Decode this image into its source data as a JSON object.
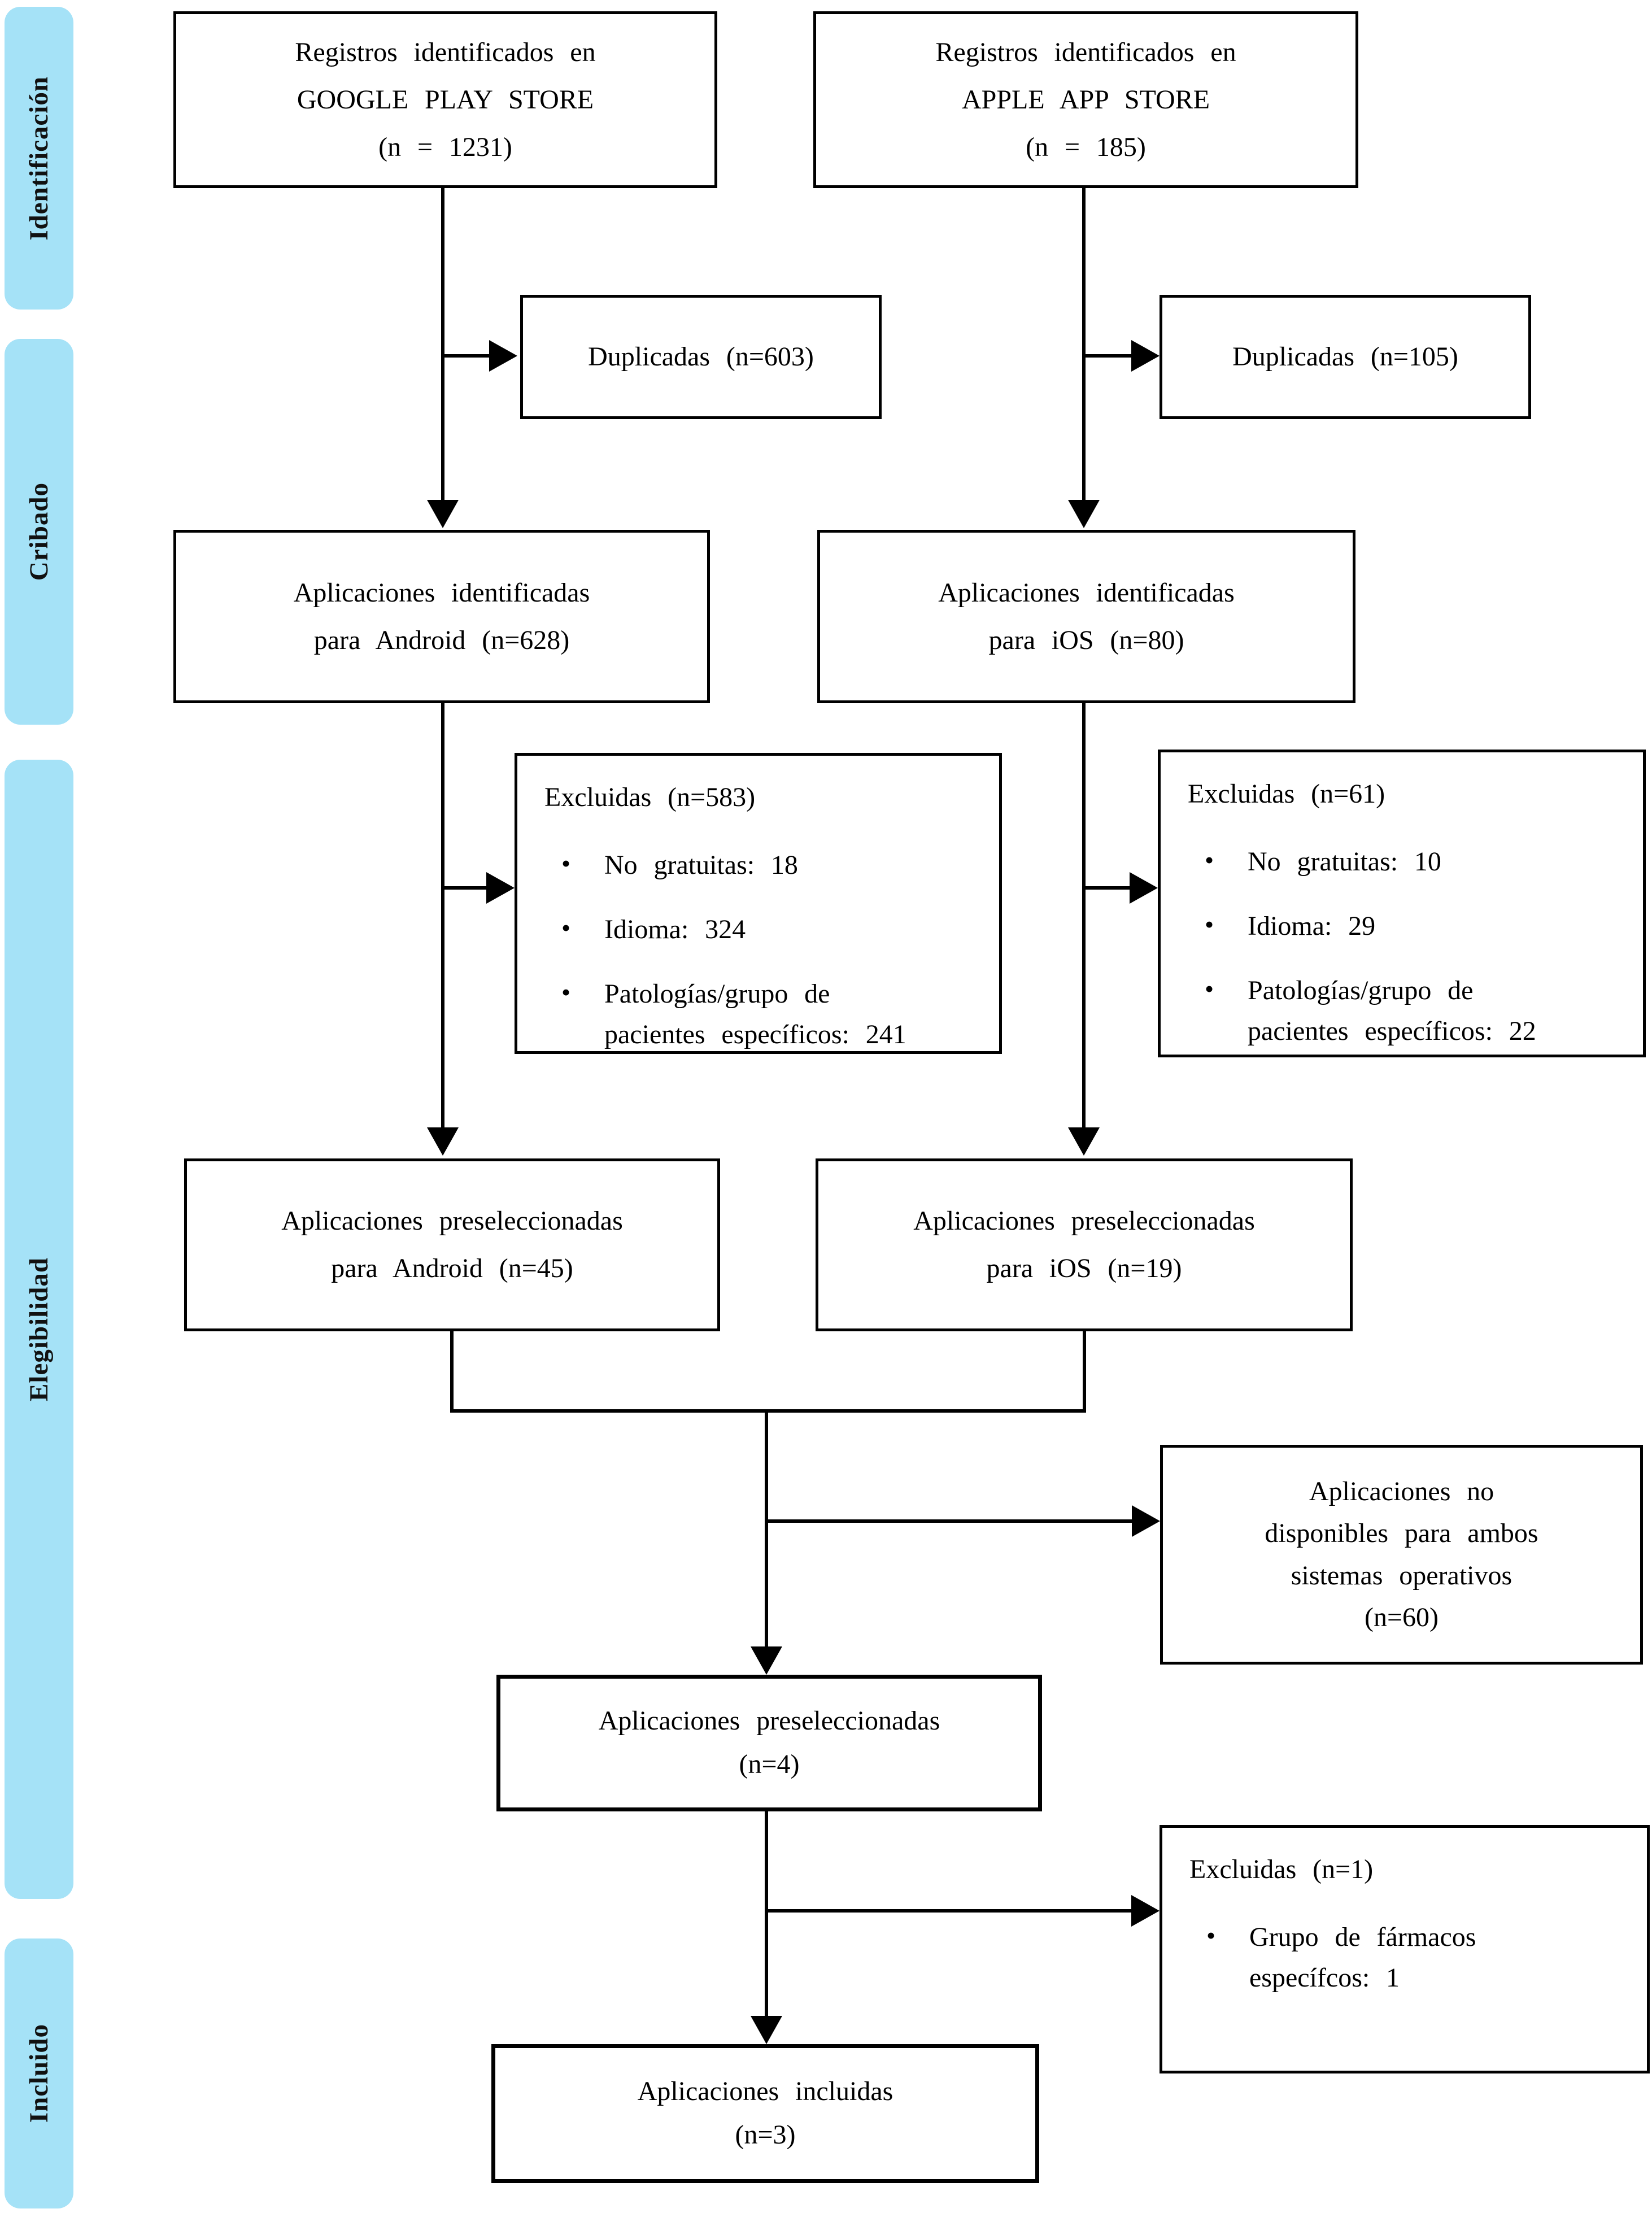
{
  "colors": {
    "sidebar_fill": "#a5e2f7",
    "box_border": "#000000",
    "arrow": "#000000",
    "background": "#ffffff"
  },
  "sidebar": {
    "phases": [
      "Identificación",
      "Cribado",
      "Elegibilidad",
      "Incluido"
    ]
  },
  "boxes": {
    "google": {
      "line1": "Registros identificados en",
      "line2": "GOOGLE PLAY STORE",
      "line3": "(n = 1231)"
    },
    "apple": {
      "line1": "Registros identificados en",
      "line2": "APPLE APP STORE",
      "line3": "(n = 185)"
    },
    "dup_google": {
      "label": "Duplicadas (n=603)"
    },
    "dup_apple": {
      "label": "Duplicadas (n=105)"
    },
    "ident_android": {
      "line1": "Aplicaciones identificadas",
      "line2": "para Android (n=628)"
    },
    "ident_ios": {
      "line1": "Aplicaciones identificadas",
      "line2": "para iOS (n=80)"
    },
    "excl_android": {
      "title": "Excluidas (n=583)",
      "bullets": [
        "No gratuitas: 18",
        "Idioma: 324",
        "Patologías/grupo de pacientes específicos: 241"
      ]
    },
    "excl_ios": {
      "title": "Excluidas (n=61)",
      "bullets": [
        "No gratuitas: 10",
        "Idioma: 29",
        "Patologías/grupo de pacientes específicos: 22"
      ]
    },
    "presel_android": {
      "line1": "Aplicaciones preseleccionadas",
      "line2": "para Android (n=45)"
    },
    "presel_ios": {
      "line1": "Aplicaciones preseleccionadas",
      "line2": "para iOS (n=19)"
    },
    "not_available": {
      "line1": "Aplicaciones no",
      "line2": "disponibles para ambos",
      "line3": "sistemas operativos",
      "line4": "(n=60)"
    },
    "presel_both": {
      "line1": "Aplicaciones preseleccionadas",
      "line2": "(n=4)"
    },
    "excl_final": {
      "title": "Excluidas (n=1)",
      "bullets": [
        "Grupo de fármacos específcos: 1"
      ]
    },
    "included": {
      "line1": "Aplicaciones incluidas",
      "line2": "(n=3)"
    }
  }
}
